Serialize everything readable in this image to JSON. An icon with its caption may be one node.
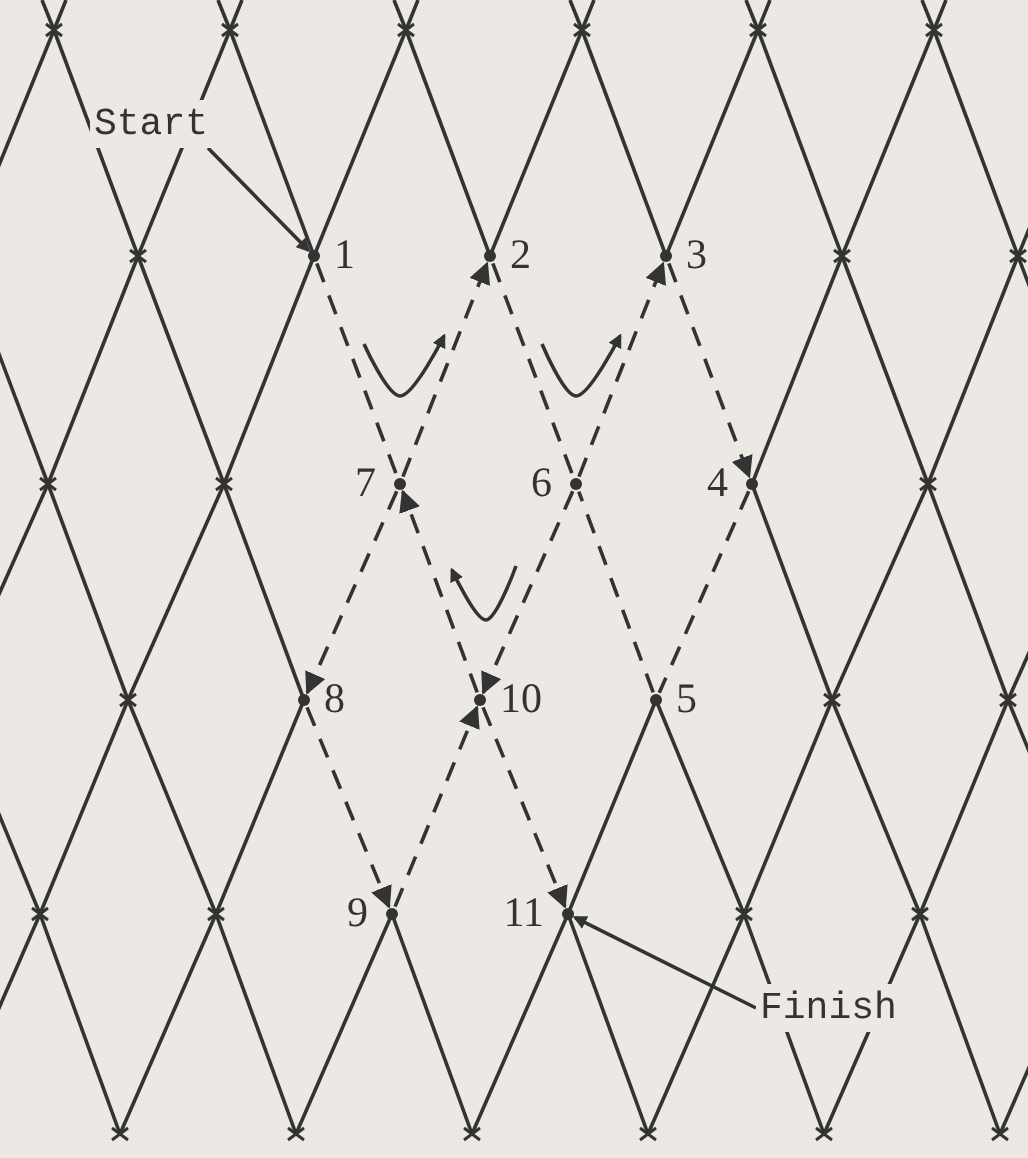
{
  "diagram": {
    "nodes": [
      {
        "text": [
          "Start"
        ]
      },
      {
        "text": [],
        "shape": "dot",
        "beside": [
          "1"
        ]
      },
      {
        "text": [],
        "shape": "dot",
        "beside": [
          "2"
        ]
      },
      {
        "text": [],
        "shape": "dot",
        "beside": [
          "3"
        ]
      },
      {
        "text": [],
        "shape": "dot",
        "beside": [
          "4"
        ]
      },
      {
        "text": [],
        "shape": "dot",
        "beside": [
          "5"
        ]
      },
      {
        "text": [],
        "shape": "dot",
        "beside": [
          "6"
        ]
      },
      {
        "text": [],
        "shape": "dot",
        "beside": [
          "7"
        ]
      },
      {
        "text": [],
        "shape": "dot",
        "beside": [
          "8"
        ]
      },
      {
        "text": [],
        "shape": "dot",
        "beside": [
          "9"
        ]
      },
      {
        "text": [],
        "shape": "dot",
        "beside": [
          "10"
        ]
      },
      {
        "text": [],
        "shape": "dot",
        "beside": [
          "11"
        ]
      },
      {
        "text": [
          "Finish"
        ]
      }
    ],
    "edges": [
      {
        "from": 0,
        "to": 1,
        "arrow": "to"
      },
      {
        "from": 1,
        "to": 7,
        "arrow": "none",
        "style": "dashed"
      },
      {
        "from": 7,
        "to": 2,
        "arrow": "to",
        "style": "dashed"
      },
      {
        "from": 2,
        "to": 6,
        "arrow": "none",
        "style": "dashed"
      },
      {
        "from": 6,
        "to": 3,
        "arrow": "to",
        "style": "dashed"
      },
      {
        "from": 3,
        "to": 4,
        "arrow": "to",
        "style": "dashed"
      },
      {
        "from": 4,
        "to": 5,
        "arrow": "none",
        "style": "dashed"
      },
      {
        "from": 5,
        "to": 6,
        "arrow": "none",
        "style": "dashed"
      },
      {
        "from": 6,
        "to": 10,
        "arrow": "to",
        "style": "dashed"
      },
      {
        "from": 10,
        "to": 7,
        "arrow": "to",
        "style": "dashed"
      },
      {
        "from": 7,
        "to": 8,
        "arrow": "to",
        "style": "dashed"
      },
      {
        "from": 8,
        "to": 9,
        "arrow": "to",
        "style": "dashed"
      },
      {
        "from": 9,
        "to": 10,
        "arrow": "to",
        "style": "dashed"
      },
      {
        "from": 10,
        "to": 11,
        "arrow": "to",
        "style": "dashed"
      },
      {
        "from": 12,
        "to": 11,
        "arrow": "to"
      }
    ]
  }
}
